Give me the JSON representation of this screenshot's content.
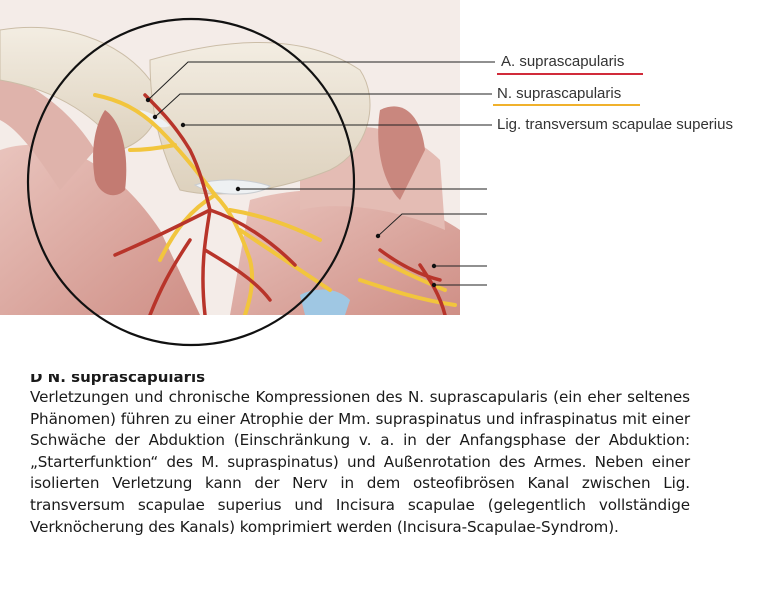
{
  "figure": {
    "labels": {
      "artery": "A. suprascapularis",
      "nerve": "N. suprascapularis",
      "ligament": "Lig. transversum scapulae superius"
    },
    "colors": {
      "artery": "#c0392b",
      "nerve": "#f2c53d",
      "ligament": "#e8ecef",
      "muscle": "#d9a7a0",
      "bone": "#ece4d6",
      "vein": "#9fc7e3",
      "circle": "#111111",
      "artery_underline": "#d12b3a",
      "nerve_underline": "#f0b12c"
    }
  },
  "caption": {
    "title": "D  N. suprascapularis",
    "body": "Verletzungen und chronische Kompressionen des N. suprascapularis (ein eher seltenes Phänomen) führen zu einer Atrophie der Mm. supraspinatus und infraspinatus mit einer Schwäche der Abduktion (Einschränkung v. a. in der Anfangsphase der Abduktion: „Starterfunktion“ des M. supraspinatus) und Außenrotation des Armes. Neben einer isolierten Verletzung kann der Nerv in dem osteofibrösen Kanal zwischen Lig. transversum scapulae superius und Incisura scapulae (gelegentlich vollständige Verknöcherung des Kanals) komprimiert werden (Incisura-Scapulae-Syndrom)."
  }
}
